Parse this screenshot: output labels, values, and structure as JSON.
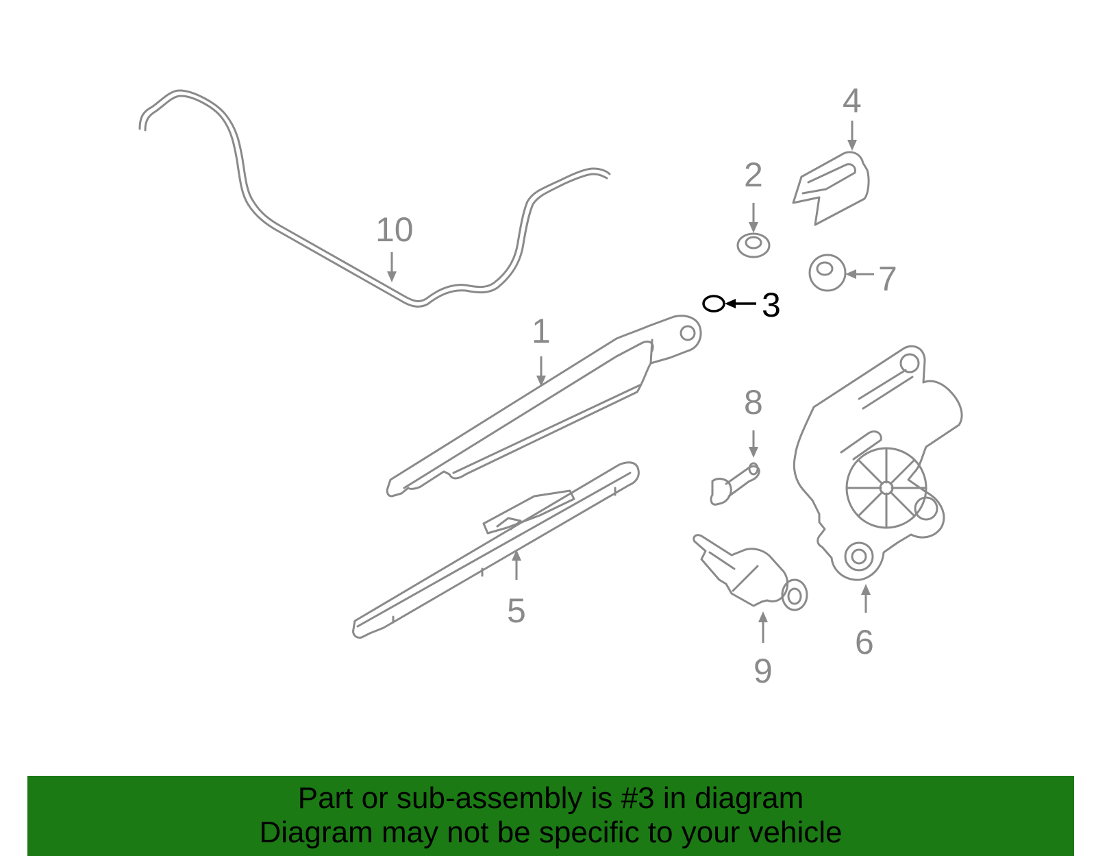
{
  "callouts": {
    "c1": "1",
    "c2": "2",
    "c3": "3",
    "c4": "4",
    "c5": "5",
    "c6": "6",
    "c7": "7",
    "c8": "8",
    "c9": "9",
    "c10": "10"
  },
  "highlighted_part": "3",
  "footer": {
    "line1": "Part or sub-assembly is #3 in diagram",
    "line2": "Diagram may not be specific to your vehicle"
  },
  "colors": {
    "part_stroke": "#8a8a8a",
    "highlight": "#000000",
    "footer_background": "#1b7a14"
  }
}
